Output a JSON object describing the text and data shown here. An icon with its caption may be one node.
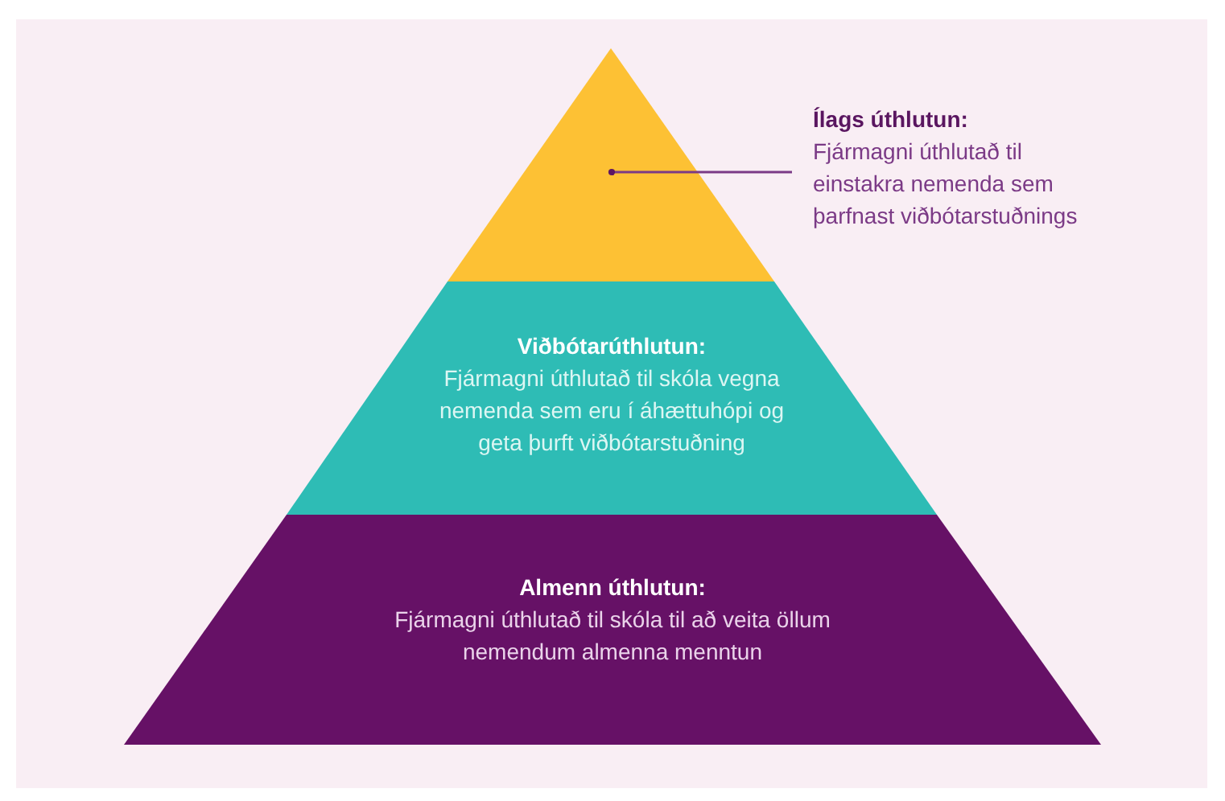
{
  "diagram": {
    "nodes": [
      {
        "text": [],
        "shape": "triangle"
      },
      {
        "text": [
          "Ílags úthlutun:",
          "Fjármagni úthlutað til einstakra nemenda sem þarfnast viðbótarstuðnings"
        ]
      },
      {
        "text": [
          "Viðbótarúthlutun:",
          "Fjármagni úthlutað til skóla vegna nemenda sem eru í áhættuhópi og geta þurft viðbótarstuðning"
        ]
      },
      {
        "text": [
          "Almenn úthlutun:",
          "Fjármagni úthlutað til skóla til að veita öllum nemendum almenna menntun"
        ]
      }
    ],
    "edges": [
      {
        "from": 1,
        "to": 0,
        "arrow": "other"
      }
    ]
  }
}
